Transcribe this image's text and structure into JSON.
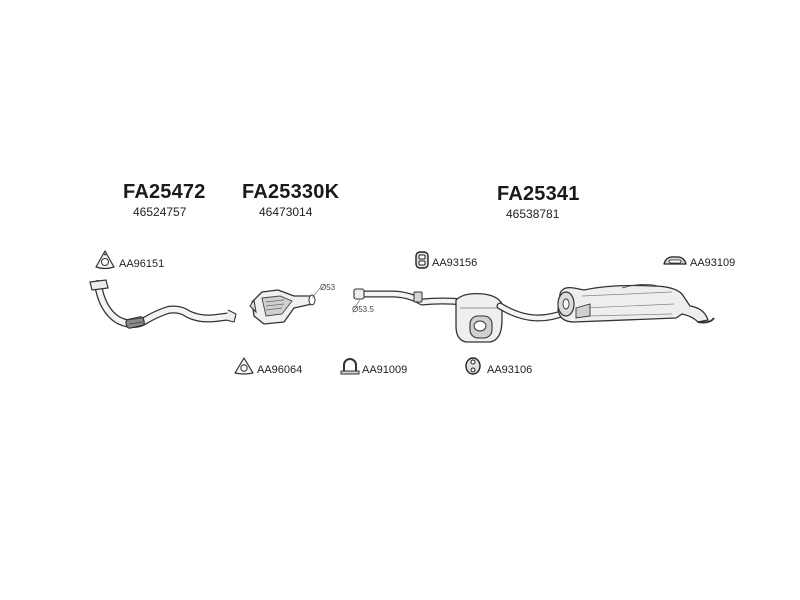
{
  "sections": [
    {
      "id": "front-pipe",
      "part_code": "FA25472",
      "oem_number": "46524757"
    },
    {
      "id": "catalytic-converter",
      "part_code": "FA25330K",
      "oem_number": "46473014"
    },
    {
      "id": "rear-section",
      "part_code": "FA25341",
      "oem_number": "46538781"
    }
  ],
  "accessories": [
    {
      "id": "front-gasket",
      "code": "AA96151",
      "icon": "flange-gasket-icon"
    },
    {
      "id": "cat-gasket",
      "code": "AA96064",
      "icon": "ring-gasket-icon"
    },
    {
      "id": "clamp",
      "code": "AA91009",
      "icon": "u-clamp-icon"
    },
    {
      "id": "mid-mount",
      "code": "AA93156",
      "icon": "rubber-mount-icon"
    },
    {
      "id": "mid-hanger",
      "code": "AA93106",
      "icon": "rubber-ring-icon"
    },
    {
      "id": "rear-mount",
      "code": "AA93109",
      "icon": "rubber-strap-icon"
    }
  ],
  "dimensions": {
    "diameter_a": "53",
    "diameter_b": "53.5",
    "diameter_symbol": "Ø"
  },
  "colors": {
    "stroke": "#333333",
    "fill": "#f2f2f2",
    "shade": "#bdbdbd",
    "text": "#1a1a1a"
  }
}
